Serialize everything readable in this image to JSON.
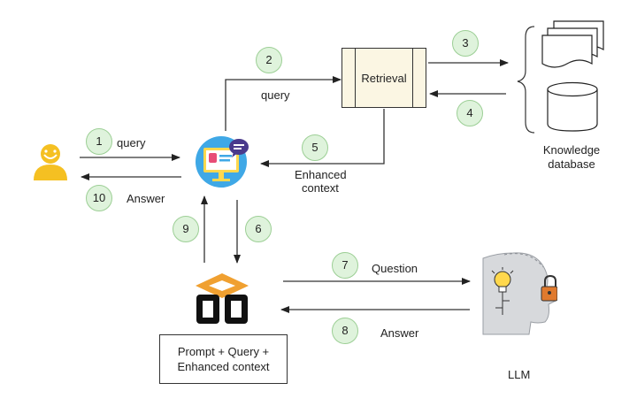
{
  "retrieval": {
    "label": "Retrieval"
  },
  "prompt_box": {
    "line1": "Prompt +  Query +",
    "line2": "Enhanced context"
  },
  "knowledge_db": {
    "line1": "Knowledge",
    "line2": "database"
  },
  "llm": {
    "label": "LLM"
  },
  "edges": {
    "query_user": "query",
    "query_top": "query",
    "answer_user": "Answer",
    "enhanced_line1": "Enhanced",
    "enhanced_line2": "context",
    "question": "Question",
    "answer_llm": "Answer"
  },
  "steps": [
    "1",
    "2",
    "3",
    "4",
    "5",
    "6",
    "7",
    "8",
    "9",
    "10"
  ],
  "colors": {
    "step_fill": "#dff3dc",
    "step_border": "#9ccf95",
    "user_yellow": "#f5c022",
    "retrieval_fill": "#fbf6e3",
    "framework_orange": "#f0a030",
    "monitor_blue": "#3fa8e6"
  },
  "icons": [
    "user-icon",
    "assistant-monitor-icon",
    "framework-cube-icon",
    "documents-icon",
    "database-icon",
    "llm-head-icon",
    "lightbulb-icon",
    "padlock-icon"
  ]
}
